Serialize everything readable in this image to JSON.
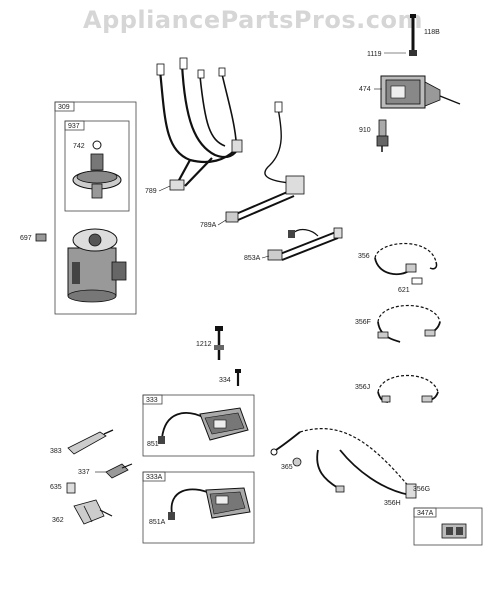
{
  "watermark": "AppliancePartsPros.com",
  "labels": {
    "p1119": "1119",
    "p118b": "118B",
    "p474": "474",
    "p910": "910",
    "p309": "309",
    "p937": "937",
    "p742": "742",
    "p697": "697",
    "p789": "789",
    "p789a": "789A",
    "p853a": "853A",
    "p356": "356",
    "p621": "621",
    "p356f": "356F",
    "p1212": "1212",
    "p334": "334",
    "p356j": "356J",
    "p333": "333",
    "p851": "851",
    "p383": "383",
    "p337": "337",
    "p635": "635",
    "p362": "362",
    "p333a": "333A",
    "p851a": "851A",
    "p365": "365",
    "p356g": "356G",
    "p356h": "356H",
    "p347a": "347A"
  }
}
